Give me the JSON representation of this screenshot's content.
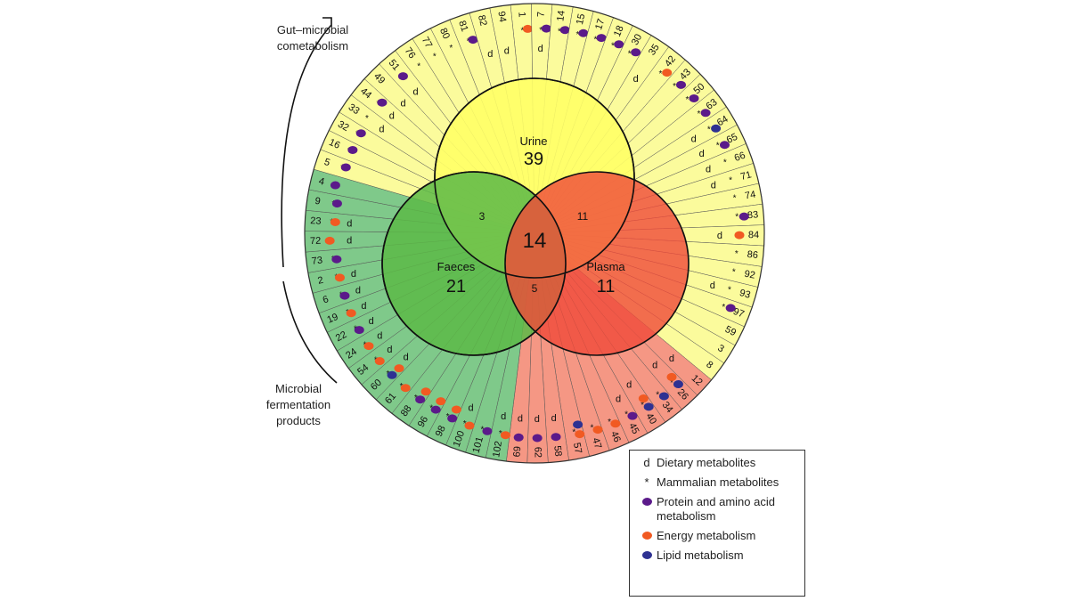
{
  "annotations": {
    "top_bracket": "Gut–microbial cometabolism",
    "bottom_bracket": "Microbial fermentation products"
  },
  "venn": {
    "urine": {
      "label": "Urine",
      "count": "39"
    },
    "faeces": {
      "label": "Faeces",
      "count": "21"
    },
    "plasma": {
      "label": "Plasma",
      "count": "11"
    },
    "urine_faeces": "3",
    "urine_plasma": "11",
    "faeces_plasma": "5",
    "all_three": "14"
  },
  "colors": {
    "urine": "#ffff66",
    "faeces": "#5cba47",
    "plasma": "#f04a3a",
    "ring_yellow": "#fbfb9c",
    "ring_green": "#7fc98a",
    "ring_red": "#f59784",
    "purple": "#5b1a8a",
    "orange": "#f15a22",
    "blue": "#2e3192"
  },
  "ring": {
    "segments": [
      {
        "id": "1",
        "zone": "yellow",
        "marks": [
          "orange"
        ],
        "d": false,
        "star": true
      },
      {
        "id": "7",
        "zone": "yellow",
        "marks": [
          "purple"
        ],
        "d": true,
        "star": true
      },
      {
        "id": "14",
        "zone": "yellow",
        "marks": [
          "purple"
        ],
        "d": false,
        "star": true
      },
      {
        "id": "15",
        "zone": "yellow",
        "marks": [
          "purple"
        ],
        "d": false,
        "star": true
      },
      {
        "id": "17",
        "zone": "yellow",
        "marks": [
          "purple"
        ],
        "d": false,
        "star": true
      },
      {
        "id": "18",
        "zone": "yellow",
        "marks": [
          "purple"
        ],
        "d": false,
        "star": true
      },
      {
        "id": "30",
        "zone": "yellow",
        "marks": [
          "purple"
        ],
        "d": false,
        "star": true
      },
      {
        "id": "35",
        "zone": "yellow",
        "marks": [],
        "d": true,
        "star": false
      },
      {
        "id": "42",
        "zone": "yellow",
        "marks": [
          "orange"
        ],
        "d": false,
        "star": true
      },
      {
        "id": "43",
        "zone": "yellow",
        "marks": [
          "purple"
        ],
        "d": false,
        "star": true
      },
      {
        "id": "50",
        "zone": "yellow",
        "marks": [
          "purple"
        ],
        "d": false,
        "star": true
      },
      {
        "id": "63",
        "zone": "yellow",
        "marks": [
          "purple"
        ],
        "d": false,
        "star": true
      },
      {
        "id": "64",
        "zone": "yellow",
        "marks": [
          "blue"
        ],
        "d": true,
        "star": true
      },
      {
        "id": "65",
        "zone": "yellow",
        "marks": [
          "purple"
        ],
        "d": true,
        "star": true
      },
      {
        "id": "66",
        "zone": "yellow",
        "marks": [],
        "d": true,
        "star": true
      },
      {
        "id": "71",
        "zone": "yellow",
        "marks": [],
        "d": true,
        "star": true
      },
      {
        "id": "74",
        "zone": "yellow",
        "marks": [],
        "d": false,
        "star": true
      },
      {
        "id": "83",
        "zone": "yellow",
        "marks": [
          "purple"
        ],
        "d": false,
        "star": true
      },
      {
        "id": "84",
        "zone": "yellow",
        "marks": [
          "orange"
        ],
        "d": true,
        "star": false
      },
      {
        "id": "86",
        "zone": "yellow",
        "marks": [],
        "d": false,
        "star": true
      },
      {
        "id": "92",
        "zone": "yellow",
        "marks": [],
        "d": false,
        "star": true
      },
      {
        "id": "93",
        "zone": "yellow",
        "marks": [],
        "d": true,
        "star": true
      },
      {
        "id": "97",
        "zone": "yellow",
        "marks": [
          "purple"
        ],
        "d": false,
        "star": true
      },
      {
        "id": "59",
        "zone": "yellow",
        "marks": [],
        "d": false,
        "star": false
      },
      {
        "id": "3",
        "zone": "yellow",
        "marks": [],
        "d": false,
        "star": false
      },
      {
        "id": "8",
        "zone": "yellow",
        "marks": [],
        "d": false,
        "star": false
      },
      {
        "id": "12",
        "zone": "red",
        "marks": [],
        "d": true,
        "star": false
      },
      {
        "id": "26",
        "zone": "red",
        "marks": [
          "blue",
          "orange"
        ],
        "d": true,
        "star": true
      },
      {
        "id": "34",
        "zone": "red",
        "marks": [
          "blue"
        ],
        "d": false,
        "star": true
      },
      {
        "id": "40",
        "zone": "red",
        "marks": [
          "blue",
          "orange"
        ],
        "d": true,
        "star": true
      },
      {
        "id": "45",
        "zone": "red",
        "marks": [
          "purple"
        ],
        "d": true,
        "star": true
      },
      {
        "id": "46",
        "zone": "red",
        "marks": [
          "orange"
        ],
        "d": false,
        "star": true
      },
      {
        "id": "47",
        "zone": "red",
        "marks": [
          "orange"
        ],
        "d": false,
        "star": true
      },
      {
        "id": "57",
        "zone": "red",
        "marks": [
          "orange",
          "blue"
        ],
        "d": false,
        "star": true
      },
      {
        "id": "58",
        "zone": "red",
        "marks": [
          "purple"
        ],
        "d": true,
        "star": false
      },
      {
        "id": "62",
        "zone": "red",
        "marks": [
          "purple"
        ],
        "d": true,
        "star": false
      },
      {
        "id": "69",
        "zone": "red",
        "marks": [
          "purple"
        ],
        "d": true,
        "star": false
      },
      {
        "id": "102",
        "zone": "green",
        "marks": [
          "orange"
        ],
        "d": true,
        "star": true
      },
      {
        "id": "101",
        "zone": "green",
        "marks": [
          "purple"
        ],
        "d": false,
        "star": true
      },
      {
        "id": "100",
        "zone": "green",
        "marks": [
          "orange"
        ],
        "d": true,
        "star": true
      },
      {
        "id": "98",
        "zone": "green",
        "marks": [
          "purple",
          "orange"
        ],
        "d": false,
        "star": true
      },
      {
        "id": "96",
        "zone": "green",
        "marks": [
          "purple",
          "orange"
        ],
        "d": false,
        "star": true
      },
      {
        "id": "88",
        "zone": "green",
        "marks": [
          "purple",
          "orange"
        ],
        "d": false,
        "star": true
      },
      {
        "id": "61",
        "zone": "green",
        "marks": [
          "orange"
        ],
        "d": false,
        "star": true
      },
      {
        "id": "60",
        "zone": "green",
        "marks": [
          "blue",
          "orange"
        ],
        "d": true,
        "star": true
      },
      {
        "id": "54",
        "zone": "green",
        "marks": [
          "orange"
        ],
        "d": true,
        "star": true
      },
      {
        "id": "24",
        "zone": "green",
        "marks": [
          "orange"
        ],
        "d": true,
        "star": true
      },
      {
        "id": "22",
        "zone": "green",
        "marks": [
          "purple"
        ],
        "d": true,
        "star": true
      },
      {
        "id": "19",
        "zone": "green",
        "marks": [
          "orange"
        ],
        "d": true,
        "star": true
      },
      {
        "id": "6",
        "zone": "green",
        "marks": [
          "purple"
        ],
        "d": true,
        "star": true
      },
      {
        "id": "2",
        "zone": "green",
        "marks": [
          "orange"
        ],
        "d": true,
        "star": true
      },
      {
        "id": "73",
        "zone": "green",
        "marks": [
          "purple"
        ],
        "d": false,
        "star": true
      },
      {
        "id": "72",
        "zone": "green",
        "marks": [
          "orange"
        ],
        "d": true,
        "star": false
      },
      {
        "id": "23",
        "zone": "green",
        "marks": [
          "orange"
        ],
        "d": true,
        "star": true
      },
      {
        "id": "9",
        "zone": "green",
        "marks": [
          "purple"
        ],
        "d": false,
        "star": true
      },
      {
        "id": "4",
        "zone": "green",
        "marks": [
          "purple"
        ],
        "d": false,
        "star": false
      },
      {
        "id": "5",
        "zone": "yellow",
        "marks": [
          "purple"
        ],
        "d": false,
        "star": true
      },
      {
        "id": "16",
        "zone": "yellow",
        "marks": [
          "purple"
        ],
        "d": false,
        "star": true
      },
      {
        "id": "32",
        "zone": "yellow",
        "marks": [
          "purple"
        ],
        "d": false,
        "star": true
      },
      {
        "id": "33",
        "zone": "yellow",
        "marks": [],
        "d": true,
        "star": true
      },
      {
        "id": "44",
        "zone": "yellow",
        "marks": [
          "purple"
        ],
        "d": true,
        "star": true
      },
      {
        "id": "49",
        "zone": "yellow",
        "marks": [],
        "d": true,
        "star": false
      },
      {
        "id": "51",
        "zone": "yellow",
        "marks": [
          "purple"
        ],
        "d": true,
        "star": false
      },
      {
        "id": "76",
        "zone": "yellow",
        "marks": [],
        "d": false,
        "star": true
      },
      {
        "id": "77",
        "zone": "yellow",
        "marks": [],
        "d": false,
        "star": true
      },
      {
        "id": "80",
        "zone": "yellow",
        "marks": [],
        "d": false,
        "star": true
      },
      {
        "id": "81",
        "zone": "yellow",
        "marks": [
          "purple"
        ],
        "d": false,
        "star": true
      },
      {
        "id": "82",
        "zone": "yellow",
        "marks": [],
        "d": true,
        "star": false
      },
      {
        "id": "94",
        "zone": "yellow",
        "marks": [],
        "d": true,
        "star": false
      }
    ]
  },
  "legend": {
    "dietary": {
      "symbol": "d",
      "label": "Dietary metabolites"
    },
    "mammalian": {
      "symbol": "*",
      "label": "Mammalian metabolites"
    },
    "protein": {
      "label": "Protein and amino acid metabolism",
      "color_key": "purple"
    },
    "energy": {
      "label": "Energy metabolism",
      "color_key": "orange"
    },
    "lipid": {
      "label": "Lipid metabolism",
      "color_key": "blue"
    }
  }
}
